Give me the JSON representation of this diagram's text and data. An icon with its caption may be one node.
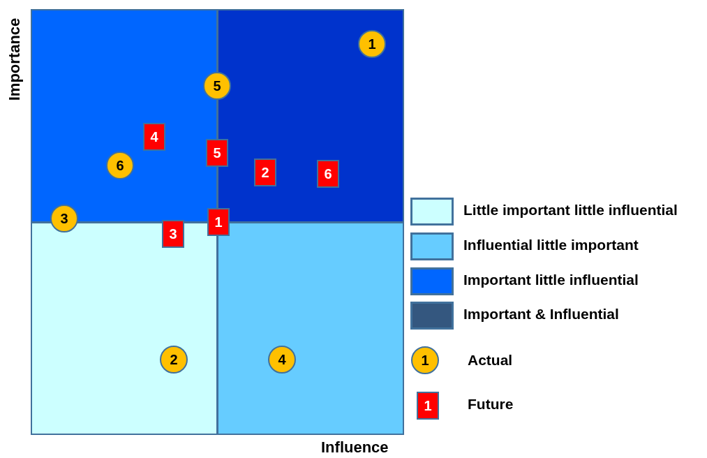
{
  "diagram": {
    "nodes": [
      {
        "text": [
          "1"
        ]
      },
      {
        "text": [
          "5"
        ]
      },
      {
        "text": [
          "4"
        ]
      },
      {
        "text": [
          "5"
        ]
      },
      {
        "text": [
          "6"
        ]
      },
      {
        "text": [
          "2"
        ]
      },
      {
        "text": [
          "6"
        ]
      },
      {
        "text": [
          "3"
        ]
      },
      {
        "text": [
          "1"
        ]
      },
      {
        "text": [
          "3"
        ]
      },
      {
        "text": [
          "2"
        ]
      },
      {
        "text": [
          "4"
        ]
      },
      {
        "text": [
          "1"
        ]
      },
      {
        "text": [
          "1"
        ]
      }
    ],
    "edges": [],
    "labels": [
      "Importance",
      "Influence"
    ],
    "legend": [
      {
        "text": "Little important little influential",
        "color": "#ccffff"
      },
      {
        "text": "Influential little important",
        "color": "#66ccff"
      },
      {
        "text": "Important little influential",
        "color": "#0066ff"
      },
      {
        "text": "Important & Influential",
        "color": "#34577f"
      },
      {
        "text": "Actual"
      },
      {
        "text": "Future"
      }
    ]
  }
}
